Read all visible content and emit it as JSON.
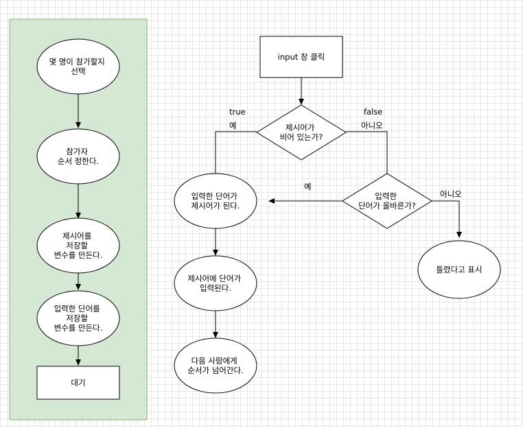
{
  "nodes": {
    "select_count": [
      "몇 명이 참가할지",
      "선택"
    ],
    "decide_order": [
      "참가자",
      "순서 정한다."
    ],
    "var_word": [
      "제시어를",
      "저장할",
      "변수를 만든다."
    ],
    "var_input": [
      "입력한 단어를",
      "저장할",
      "변수를 만든다."
    ],
    "wait": [
      "대기"
    ],
    "input_click": [
      "input 창 클릭"
    ],
    "is_empty": [
      "제시어가",
      "비어 있는가?"
    ],
    "becomes_word": [
      "입력한 단어가",
      "제시어가 된다."
    ],
    "is_correct": [
      "입력한",
      "단어가 올바른가?"
    ],
    "show_wrong": [
      "틀렸다고 표시"
    ],
    "entered": [
      "제시어에 단어가",
      "입력된다."
    ],
    "next_turn": [
      "다음 사람에게",
      "순서가 넘어간다."
    ]
  },
  "edge_labels": {
    "true": "true",
    "yes_left": "예",
    "false": "false",
    "no_right": "아니오",
    "yes_mid": "예",
    "no_far": "아니오"
  }
}
